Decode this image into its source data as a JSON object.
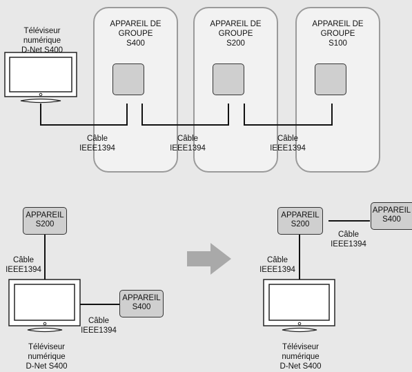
{
  "top": {
    "tv_label": [
      "Téléviseur",
      "numérique",
      "D-Net S400"
    ],
    "groups": [
      {
        "lines": [
          "APPAREIL DE",
          "GROUPE",
          "S400"
        ]
      },
      {
        "lines": [
          "APPAREIL DE",
          "GROUPE",
          "S200"
        ]
      },
      {
        "lines": [
          "APPAREIL DE",
          "GROUPE",
          "S100"
        ]
      }
    ],
    "cables": [
      {
        "lines": [
          "Câble",
          "IEEE1394"
        ]
      },
      {
        "lines": [
          "Câble",
          "IEEE1394"
        ]
      },
      {
        "lines": [
          "Câble",
          "IEEE1394"
        ]
      }
    ]
  },
  "bottom_left": {
    "device_top": [
      "APPAREIL",
      "S200"
    ],
    "device_right": [
      "APPAREIL",
      "S400"
    ],
    "cable_vertical": [
      "Câble",
      "IEEE1394"
    ],
    "cable_horizontal": [
      "Câble",
      "IEEE1394"
    ],
    "tv_label": [
      "Téléviseur",
      "numérique",
      "D-Net S400"
    ]
  },
  "bottom_right": {
    "device_top": [
      "APPAREIL",
      "S200"
    ],
    "device_right": [
      "APPAREIL",
      "S400"
    ],
    "cable_vertical": [
      "Câble",
      "IEEE1394"
    ],
    "cable_horizontal": [
      "Câble",
      "IEEE1394"
    ],
    "tv_label": [
      "Téléviseur",
      "numérique",
      "D-Net S400"
    ]
  },
  "colors": {
    "background": "#e8e8e8",
    "group_fill": "#f2f2f2",
    "group_border": "#9a9a9a",
    "device_fill": "#cfcfcf",
    "arrow": "#a9a9a9"
  }
}
